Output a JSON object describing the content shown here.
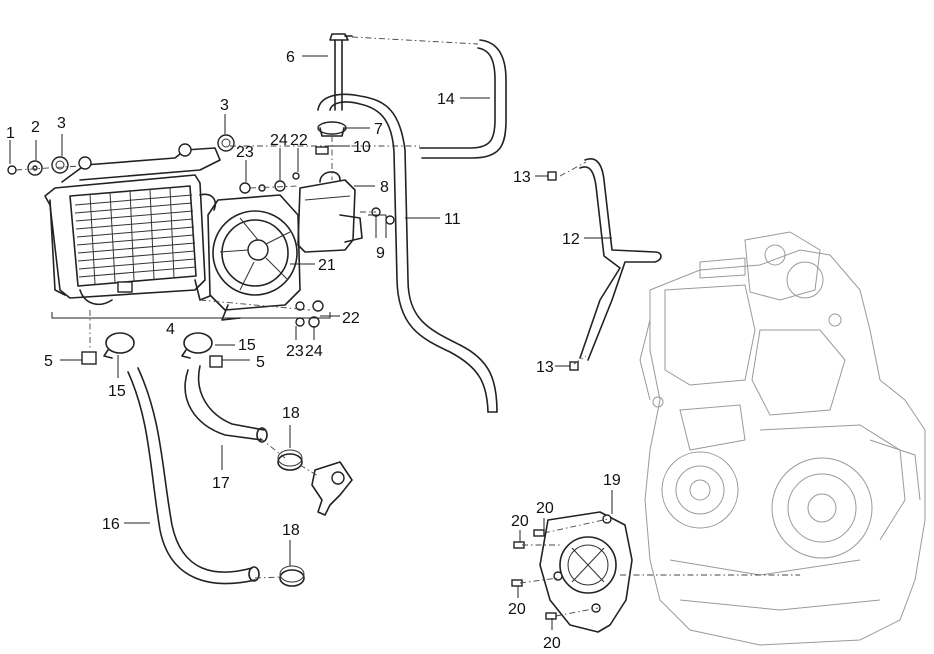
{
  "callouts": {
    "c1": "1",
    "c2": "2",
    "c3a": "3",
    "c3b": "3",
    "c4": "4",
    "c5a": "5",
    "c5b": "5",
    "c6": "6",
    "c7": "7",
    "c8": "8",
    "c9": "9",
    "c10": "10",
    "c11": "11",
    "c12": "12",
    "c13a": "13",
    "c13b": "13",
    "c14": "14",
    "c15a": "15",
    "c15b": "15",
    "c16": "16",
    "c17": "17",
    "c18a": "18",
    "c18b": "18",
    "c19": "19",
    "c20a": "20",
    "c20b": "20",
    "c20c": "20",
    "c20d": "20",
    "c21": "21",
    "c22a": "22",
    "c22b": "22",
    "c23a": "23",
    "c23b": "23",
    "c24a": "24",
    "c24b": "24"
  }
}
